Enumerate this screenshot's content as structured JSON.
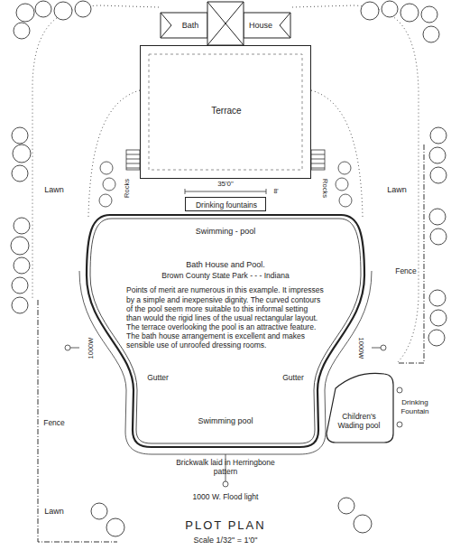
{
  "diagram": {
    "title": "PLOT PLAN",
    "caption": "Scale 1/32\" = 1'0\"",
    "nodes": [
      {
        "text": [
          "Bath",
          "House"
        ]
      },
      {
        "text": [
          "Terrace"
        ]
      },
      {
        "text": [
          "Drinking fountains"
        ]
      },
      {
        "text": [
          "Swimming - pool",
          "Bath House and Pool.",
          "Brown County State Park - - - Indiana",
          "Points of merit are numerous in this example. It impresses by a simple and inexpensive dignity. The curved contours of the pool seem more suitable to this informal setting than would the rigid lines of the usual rectangular layout. The terrace overlooking the pool is an attractive feature. The bath house arrangement is excellent and makes sensible use of unroofed dressing rooms.",
          "Gutter",
          "Gutter",
          "Swimming pool"
        ]
      },
      {
        "text": [
          "Children's Wading pool"
        ]
      }
    ],
    "labels": [
      "Lawn",
      "Lawn",
      "Rocks",
      "Rocks",
      "35'0\"",
      "8'",
      "Fence",
      "1000W",
      "1000W",
      "Fence",
      "Drinking Fountain",
      "Lawn",
      "Brickwalk laid in Herringbone pattern",
      "1000 W. Flood light"
    ]
  }
}
